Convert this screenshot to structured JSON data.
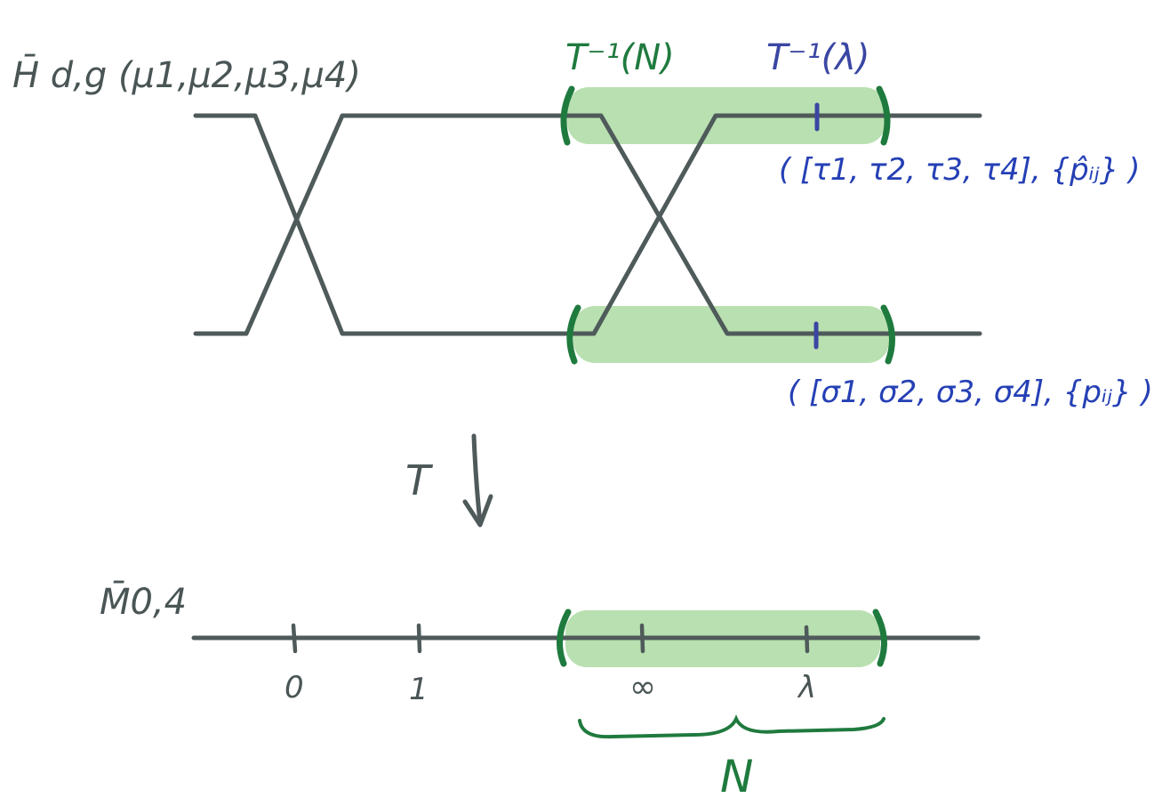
{
  "labels": {
    "hurwitz_space": "H̄ d,g (μ1,μ2,μ3,μ4)",
    "inverse_N": "T⁻¹(N)",
    "inverse_lambda": "T⁻¹(λ)",
    "top_fiber_point": "( [τ1, τ2, τ3, τ4], {p̂ᵢⱼ} )",
    "bottom_fiber_point": "( [σ1, σ2, σ3, σ4], {pᵢⱼ} )",
    "map_T": "T",
    "moduli_space": "M̄0,4",
    "tick_0": "0",
    "tick_1": "1",
    "tick_infinity": "∞",
    "tick_lambda": "λ",
    "neighborhood_N": "N"
  },
  "colors": {
    "ink": "#4f5a5a",
    "green": "#1f7a3e",
    "band": "#b9e0b0",
    "blue": "#3b46a3"
  }
}
